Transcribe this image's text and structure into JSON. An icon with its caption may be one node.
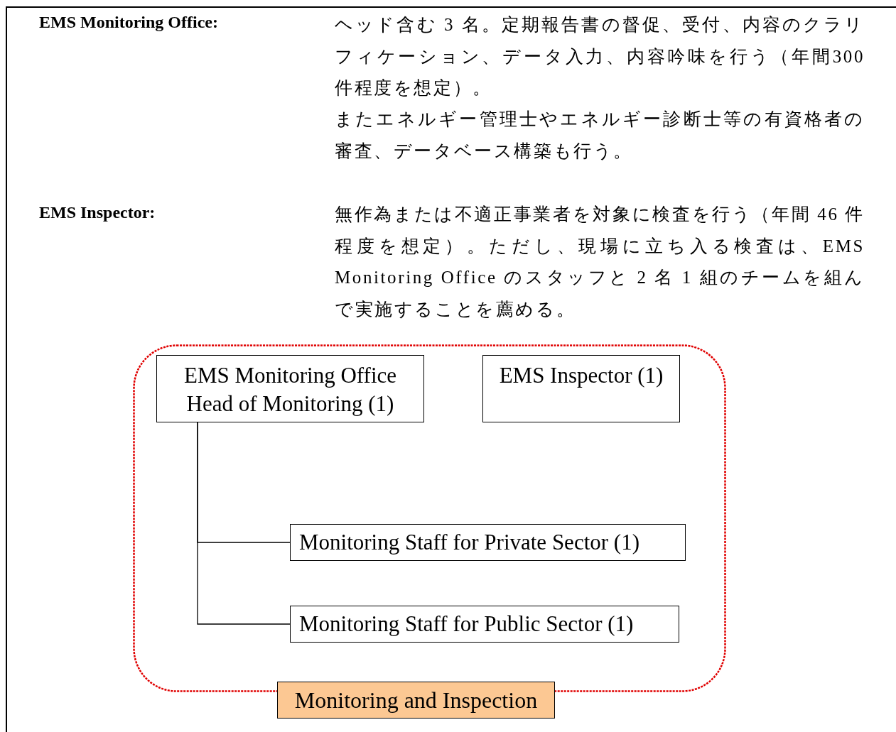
{
  "diagram": {
    "nodes": [
      {
        "text": [
          "Monitoring and Inspection"
        ]
      },
      {
        "text": [
          "EMS Monitoring Office Head of Monitoring (1)"
        ],
        "in": 0
      },
      {
        "text": [
          "EMS Inspector (1)"
        ],
        "in": 0
      },
      {
        "text": [
          "Monitoring Staff for Private Sector (1)"
        ],
        "in": 0
      },
      {
        "text": [
          "Monitoring Staff for Public Sector (1)"
        ],
        "in": 0
      }
    ],
    "edges": [
      {
        "from": 1,
        "to": 3,
        "arrow": "none"
      },
      {
        "from": 1,
        "to": 4,
        "arrow": "none"
      }
    ],
    "labels": [
      "EMS Monitoring Office:",
      "ヘッド含む 3 名。定期報告書の督促、受付、内容のクラリフィケーション、データ入力、内容吟味を行う（年間300 件程度を想定）。",
      "またエネルギー管理士やエネルギー診断士等の有資格者の審査、データベース構築も行う。",
      "EMS Inspector:",
      "無作為または不適正事業者を対象に検査を行う（年間 46 件程度を想定）。ただし、現場に立ち入る検査は、EMS Monitoring Office のスタッフと 2 名 1 組のチームを組んで実施することを薦める。"
    ]
  }
}
